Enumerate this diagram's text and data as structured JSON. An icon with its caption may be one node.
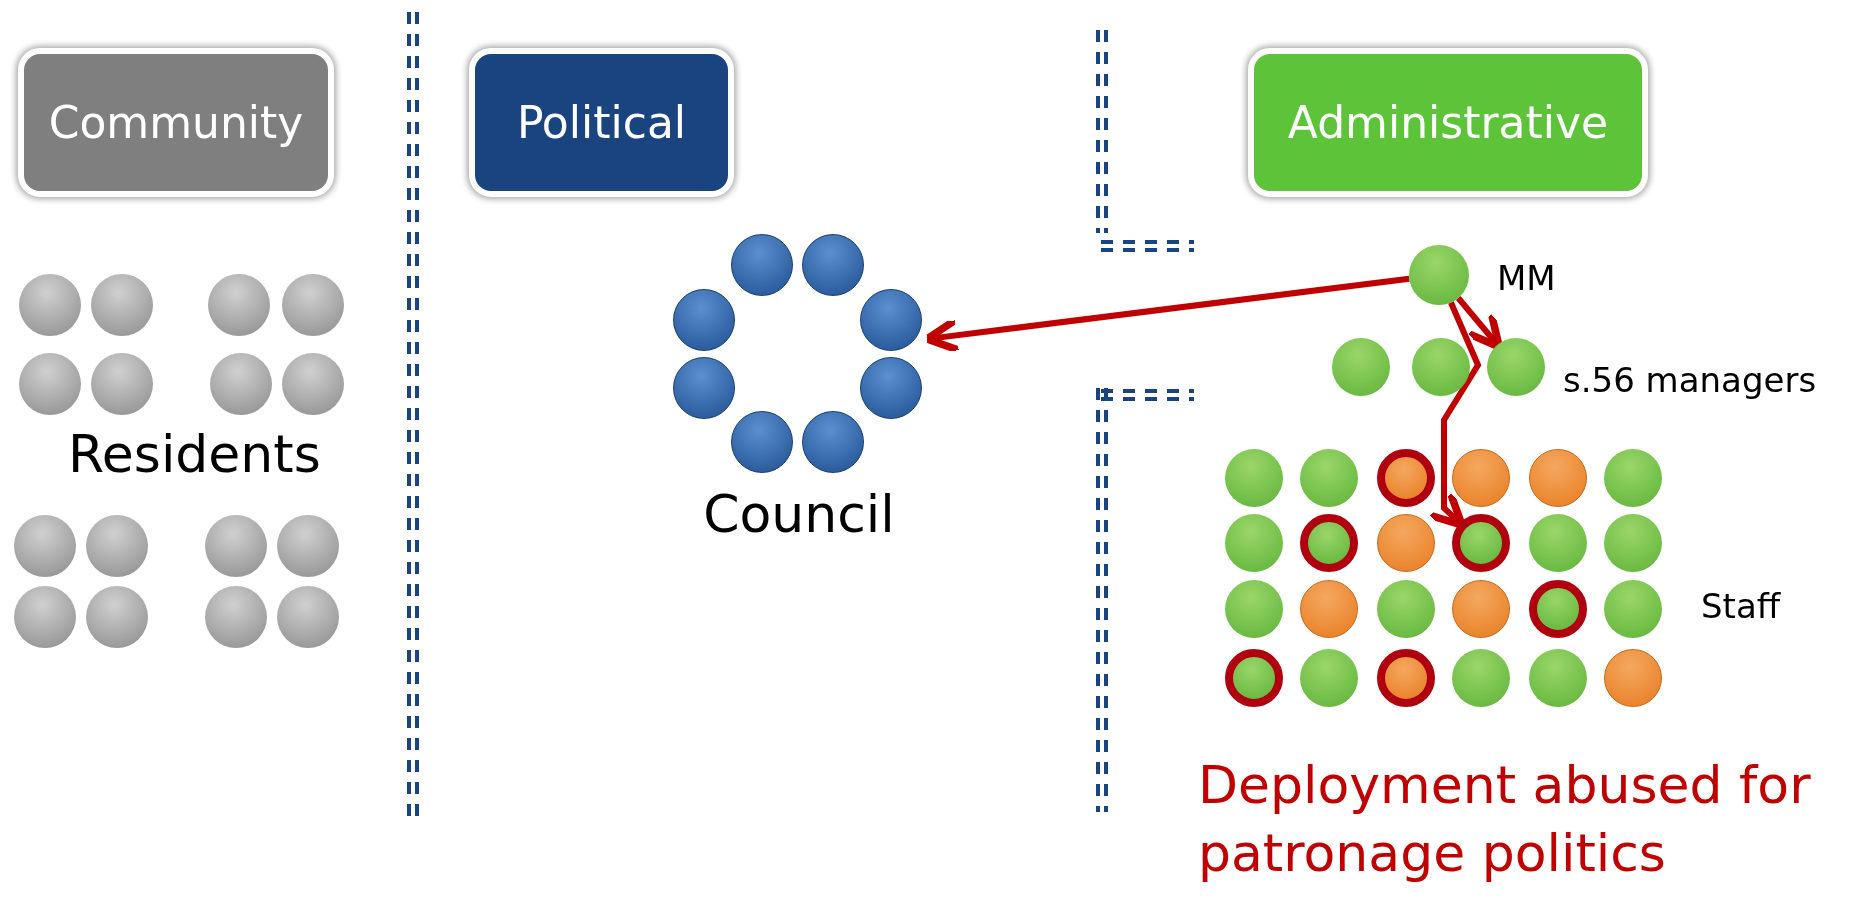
{
  "diagram": {
    "nodes": [
      {
        "text": [
          "Community"
        ]
      },
      {
        "text": [
          "Political"
        ]
      },
      {
        "text": [
          "Administrative"
        ]
      },
      {
        "text": [
          "Residents"
        ]
      },
      {
        "text": [],
        "shape": "circle",
        "in": 3
      },
      {
        "text": [],
        "shape": "circle",
        "in": 3
      },
      {
        "text": [],
        "shape": "circle",
        "in": 3
      },
      {
        "text": [],
        "shape": "circle",
        "in": 3
      },
      {
        "text": [],
        "shape": "circle",
        "in": 3
      },
      {
        "text": [],
        "shape": "circle",
        "in": 3
      },
      {
        "text": [],
        "shape": "circle",
        "in": 3
      },
      {
        "text": [],
        "shape": "circle",
        "in": 3
      },
      {
        "text": [],
        "shape": "circle",
        "in": 3
      },
      {
        "text": [],
        "shape": "circle",
        "in": 3
      },
      {
        "text": [],
        "shape": "circle",
        "in": 3
      },
      {
        "text": [],
        "shape": "circle",
        "in": 3
      },
      {
        "text": [],
        "shape": "circle",
        "in": 3
      },
      {
        "text": [],
        "shape": "circle",
        "in": 3
      },
      {
        "text": [],
        "shape": "circle",
        "in": 3
      },
      {
        "text": [],
        "shape": "circle",
        "in": 3
      },
      {
        "text": [
          "Council"
        ]
      },
      {
        "text": [],
        "shape": "circle",
        "in": 20
      },
      {
        "text": [],
        "shape": "circle",
        "in": 20
      },
      {
        "text": [],
        "shape": "circle",
        "in": 20
      },
      {
        "text": [],
        "shape": "circle",
        "in": 20
      },
      {
        "text": [],
        "shape": "circle",
        "in": 20
      },
      {
        "text": [],
        "shape": "circle",
        "in": 20
      },
      {
        "text": [],
        "shape": "circle",
        "in": 20
      },
      {
        "text": [],
        "shape": "circle",
        "in": 20
      },
      {
        "text": [],
        "shape": "circle",
        "beside": [
          "MM"
        ]
      },
      {
        "text": [
          "s.56 managers"
        ]
      },
      {
        "text": [],
        "shape": "circle",
        "in": 30
      },
      {
        "text": [],
        "shape": "circle",
        "in": 30
      },
      {
        "text": [],
        "shape": "circle",
        "in": 30
      },
      {
        "text": [
          "Staff"
        ]
      },
      {
        "text": [],
        "shape": "circle",
        "in": 34
      },
      {
        "text": [],
        "shape": "circle",
        "in": 34
      },
      {
        "text": [],
        "shape": "circle",
        "in": 34
      },
      {
        "text": [],
        "shape": "circle",
        "in": 34
      },
      {
        "text": [],
        "shape": "circle",
        "in": 34
      },
      {
        "text": [],
        "shape": "circle",
        "in": 34
      },
      {
        "text": [],
        "shape": "circle",
        "in": 34
      },
      {
        "text": [],
        "shape": "circle",
        "in": 34
      },
      {
        "text": [],
        "shape": "circle",
        "in": 34
      },
      {
        "text": [],
        "shape": "circle",
        "in": 34
      },
      {
        "text": [],
        "shape": "circle",
        "in": 34
      },
      {
        "text": [],
        "shape": "circle",
        "in": 34
      },
      {
        "text": [],
        "shape": "circle",
        "in": 34
      },
      {
        "text": [],
        "shape": "circle",
        "in": 34
      },
      {
        "text": [],
        "shape": "circle",
        "in": 34
      },
      {
        "text": [],
        "shape": "circle",
        "in": 34
      },
      {
        "text": [],
        "shape": "circle",
        "in": 34
      },
      {
        "text": [],
        "shape": "circle",
        "in": 34
      },
      {
        "text": [],
        "shape": "circle",
        "in": 34
      },
      {
        "text": [],
        "shape": "circle",
        "in": 34
      },
      {
        "text": [],
        "shape": "circle",
        "in": 34
      },
      {
        "text": [],
        "shape": "circle",
        "in": 34
      },
      {
        "text": [],
        "shape": "circle",
        "in": 34
      },
      {
        "text": [],
        "shape": "circle",
        "in": 34
      }
    ],
    "edges": [
      {
        "from": 29,
        "to": 20,
        "arrow": "to"
      },
      {
        "from": 29,
        "to": 33,
        "arrow": "to"
      },
      {
        "from": 29,
        "to": 44,
        "arrow": "to"
      }
    ],
    "labels": [
      "Deployment abused for patronage politics"
    ]
  }
}
